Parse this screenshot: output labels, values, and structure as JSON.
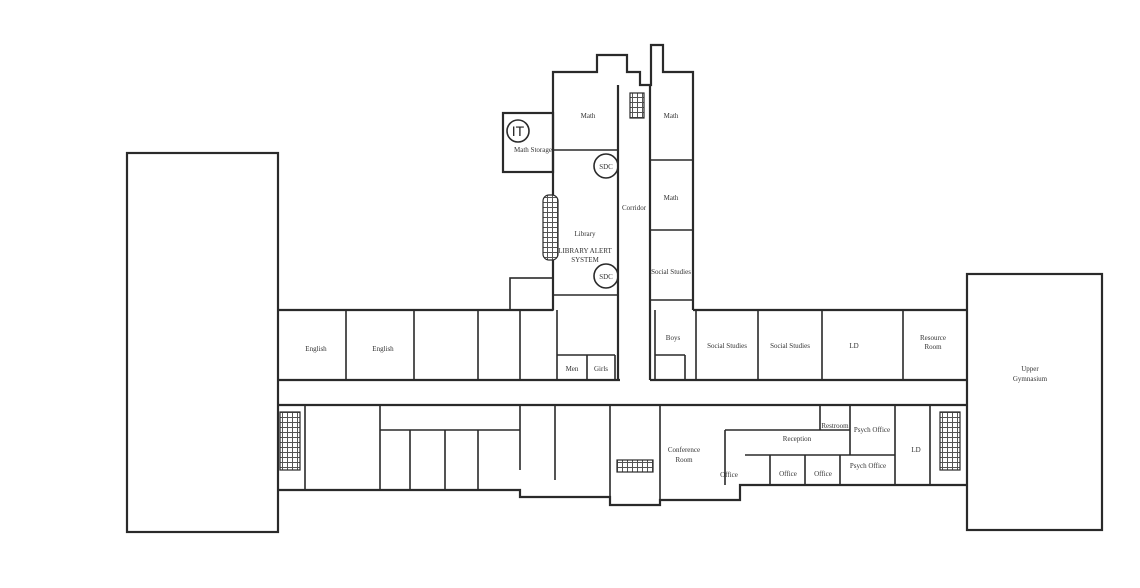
{
  "title": "School floor plan",
  "rooms": {
    "math_1": "Math",
    "math_2": "Math",
    "math_3": "Math",
    "it": "IT",
    "math_storage": "Math Storage",
    "sdc_1": "SDC",
    "sdc_2": "SDC",
    "corridor": "Corridor",
    "library": "Library",
    "library_alert": "LIBRARY ALERT",
    "library_alert_2": "SYSTEM",
    "social_studies_1": "Social Studies",
    "social_studies_2": "Social Studies",
    "social_studies_3": "Social Studies",
    "boys": "Boys",
    "english_1": "English",
    "english_2": "English",
    "conference_room_1": "Conference",
    "conference_room_2": "Room",
    "reception": "Reception",
    "restroom": "Restroom",
    "psych_office_1": "Psych Office",
    "psych_office_2": "Psych Office",
    "office_1": "Office",
    "office_2": "Office",
    "office_3": "Office",
    "ld_1": "LD",
    "ld_2": "LD",
    "resource_room_1": "Resource",
    "resource_room_2": "Room",
    "upper_gym_1": "Upper",
    "upper_gym_2": "Gymnasium",
    "men": "Men",
    "girls": "Girls"
  }
}
